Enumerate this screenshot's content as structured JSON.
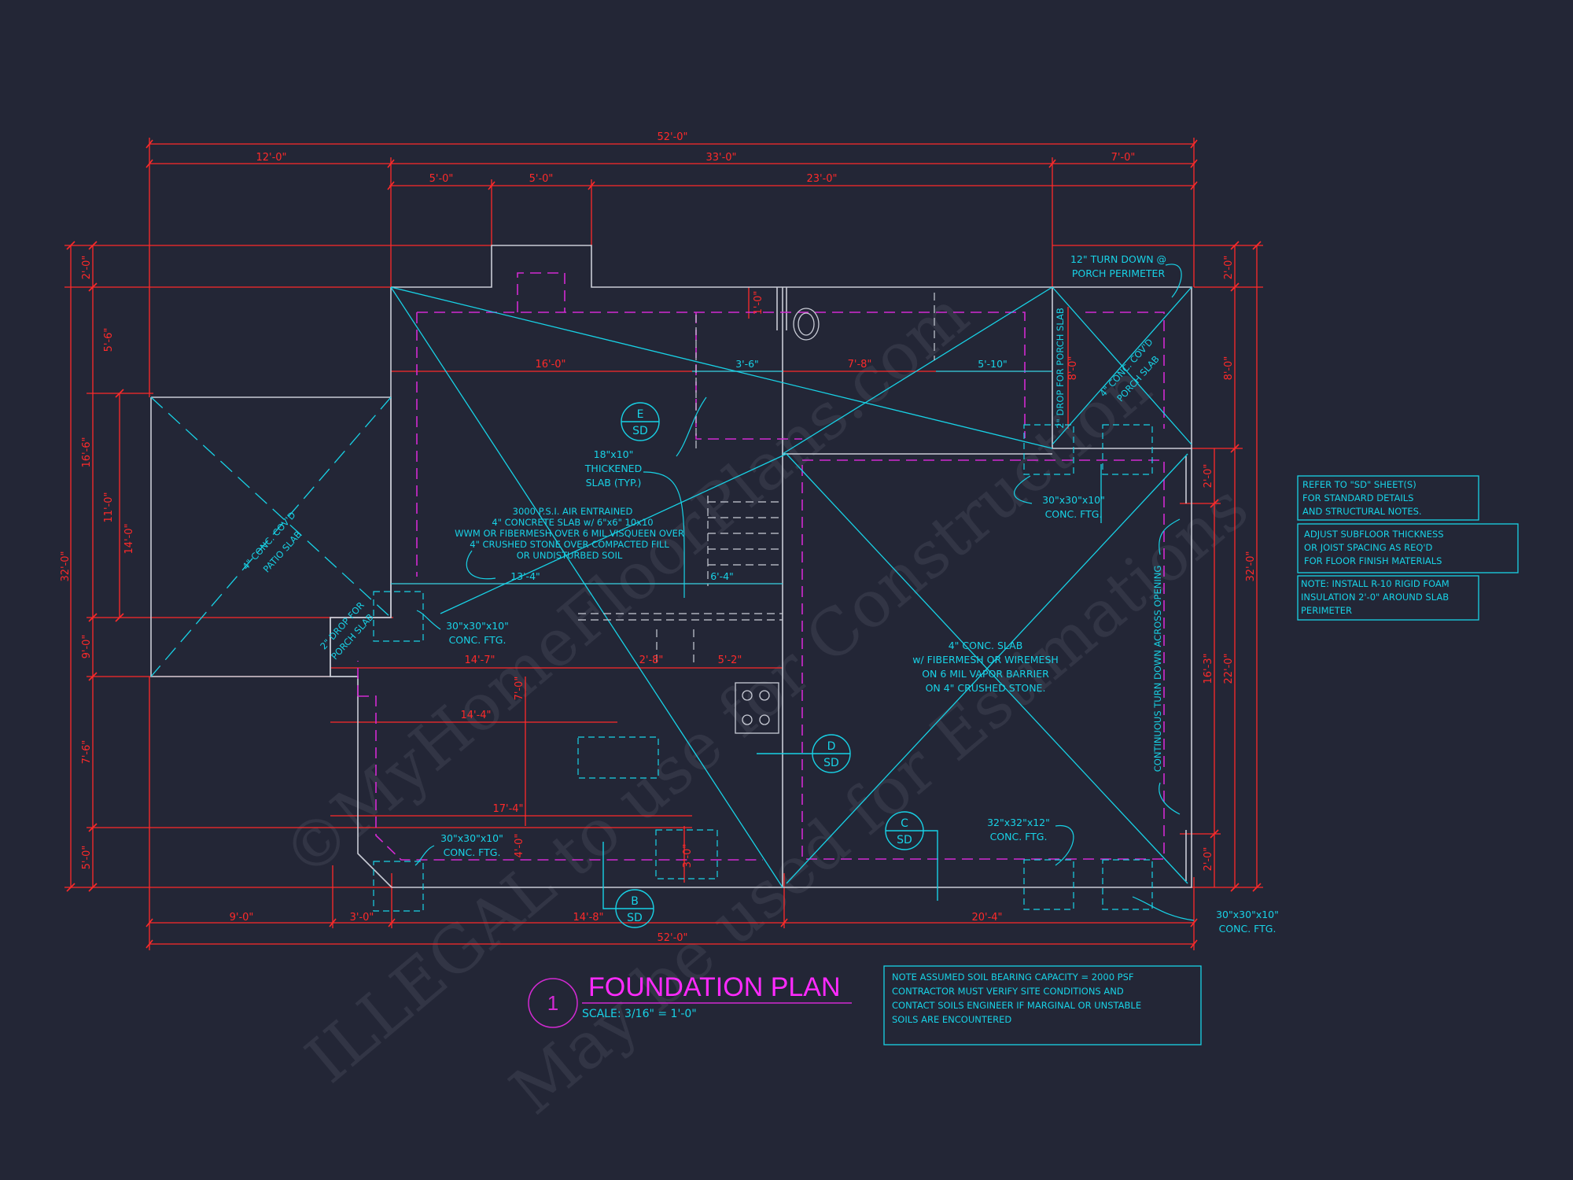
{
  "title": "FOUNDATION PLAN",
  "title_number": "1",
  "scale": "SCALE: 3/16\" = 1'-0\"",
  "watermark": {
    "line1": "©MyHomeFloorPlans.com",
    "line2": "ILLEGAL to use for Construction",
    "line3": "May be used for Estimations"
  },
  "dimensions": {
    "overall_top": "52'-0\"",
    "overall_bottom": "52'-0\"",
    "top_12": "12'-0\"",
    "top_33": "33'-0\"",
    "top_7": "7'-0\"",
    "top_5a": "5'-0\"",
    "top_5b": "5'-0\"",
    "top_23": "23'-0\"",
    "left_32": "32'-0\"",
    "left_2": "2'-0\"",
    "left_5_6": "5'-6\"",
    "left_16_6": "16'-6\"",
    "left_11": "11'-0\"",
    "left_14": "14'-0\"",
    "left_9": "9'-0\"",
    "left_7_6": "7'-6\"",
    "left_5": "5'-0\"",
    "right_2": "2'-0\"",
    "right_8": "8'-0\"",
    "right_32": "32'-0\"",
    "right_2_0a": "2'-0\"",
    "right_22": "22'-0\"",
    "right_16_3": "16'-3\"",
    "right_2_0b": "2'-0\"",
    "inner_16": "16'-0\"",
    "inner_3_6": "3'-6\"",
    "inner_7_8": "7'-8\"",
    "inner_5_10": "5'-10\"",
    "inner_13_4": "13'-4\"",
    "inner_6_4": "6'-4\"",
    "inner_14_7": "14'-7\"",
    "inner_2_8": "2'-8\"",
    "inner_5_2": "5'-2\"",
    "inner_14_4": "14'-4\"",
    "inner_17_4": "17'-4\"",
    "inner_7_0": "7'-0\"",
    "inner_4_0": "4'-0\"",
    "inner_3_0": "3'-0\"",
    "inner_8_0": "8'-0\"",
    "inner_1_0": "1'-0\"",
    "bottom_9": "9'-0\"",
    "bottom_3": "3'-0\"",
    "bottom_14_8": "14'-8\"",
    "bottom_20_4": "20'-4\""
  },
  "notes": {
    "turn_down": [
      "12\" TURN DOWN @",
      "PORCH PERIMETER"
    ],
    "porch_slab_right": [
      "4\" CONC. COV'D",
      "PORCH SLAB"
    ],
    "drop_right": "2\" DROP FOR PORCH SLAB",
    "patio_slab": [
      "4\" CONC. COV'D",
      "PATIO SLAB"
    ],
    "drop_left": [
      "2\" DROP FOR",
      "PORCH SLAB"
    ],
    "thickened": [
      "18\"x10\"",
      "THICKENED",
      "SLAB (TYP.)"
    ],
    "slab_spec": [
      "3000 P.S.I. AIR ENTRAINED",
      "4\" CONCRETE SLAB w/ 6\"x6\" 10x10",
      "WWM OR FIBERMESH OVER 6 MIL VISQUEEN OVER",
      "4\" CRUSHED STONE OVER COMPACTED FILL",
      "OR UNDISTURBED SOIL"
    ],
    "ftg_30a": [
      "30\"x30\"x10\"",
      "CONC. FTG."
    ],
    "ftg_30b": [
      "30\"x30\"x10\"",
      "CONC. FTG."
    ],
    "ftg_30c": [
      "30\"x30\"x10\"",
      "CONC. FTG."
    ],
    "ftg_30d": [
      "30\"x30\"x10\"",
      "CONC. FTG."
    ],
    "ftg_32": [
      "32\"x32\"x12\"",
      "CONC. FTG."
    ],
    "garage_slab": [
      "4\" CONC. SLAB",
      "w/ FIBERMESH OR WIREMESH",
      "ON 6 MIL VAPOR BARRIER",
      "ON 4\" CRUSHED STONE."
    ],
    "continuous": "CONTINUOUS TURN DOWN ACROSS OPENING",
    "refer": [
      "REFER TO \"SD\" SHEET(S)",
      "FOR STANDARD DETAILS",
      "AND STRUCTURAL NOTES."
    ],
    "adjust": [
      "ADJUST SUBFLOOR THICKNESS",
      "OR JOIST SPACING AS REQ'D",
      "FOR FLOOR FINISH MATERIALS"
    ],
    "insulation": [
      "NOTE: INSTALL R-10 RIGID FOAM",
      "INSULATION 2'-0\" AROUND SLAB",
      "PERIMETER"
    ],
    "soil": [
      "NOTE ASSUMED SOIL BEARING CAPACITY = 2000 PSF",
      "CONTRACTOR MUST VERIFY SITE CONDITIONS AND",
      "CONTACT SOILS ENGINEER IF MARGINAL OR UNSTABLE",
      "SOILS ARE ENCOUNTERED"
    ]
  },
  "section_tags": [
    {
      "letter": "E",
      "sheet": "SD"
    },
    {
      "letter": "D",
      "sheet": "SD"
    },
    {
      "letter": "C",
      "sheet": "SD"
    },
    {
      "letter": "B",
      "sheet": "SD"
    }
  ],
  "colors": {
    "background": "#232636",
    "dimension": "#ff2a2a",
    "annotation": "#18d2e6",
    "footing_dashed": "#d22ad2",
    "wall": "#c9ccd6",
    "title": "#ff2aff"
  }
}
